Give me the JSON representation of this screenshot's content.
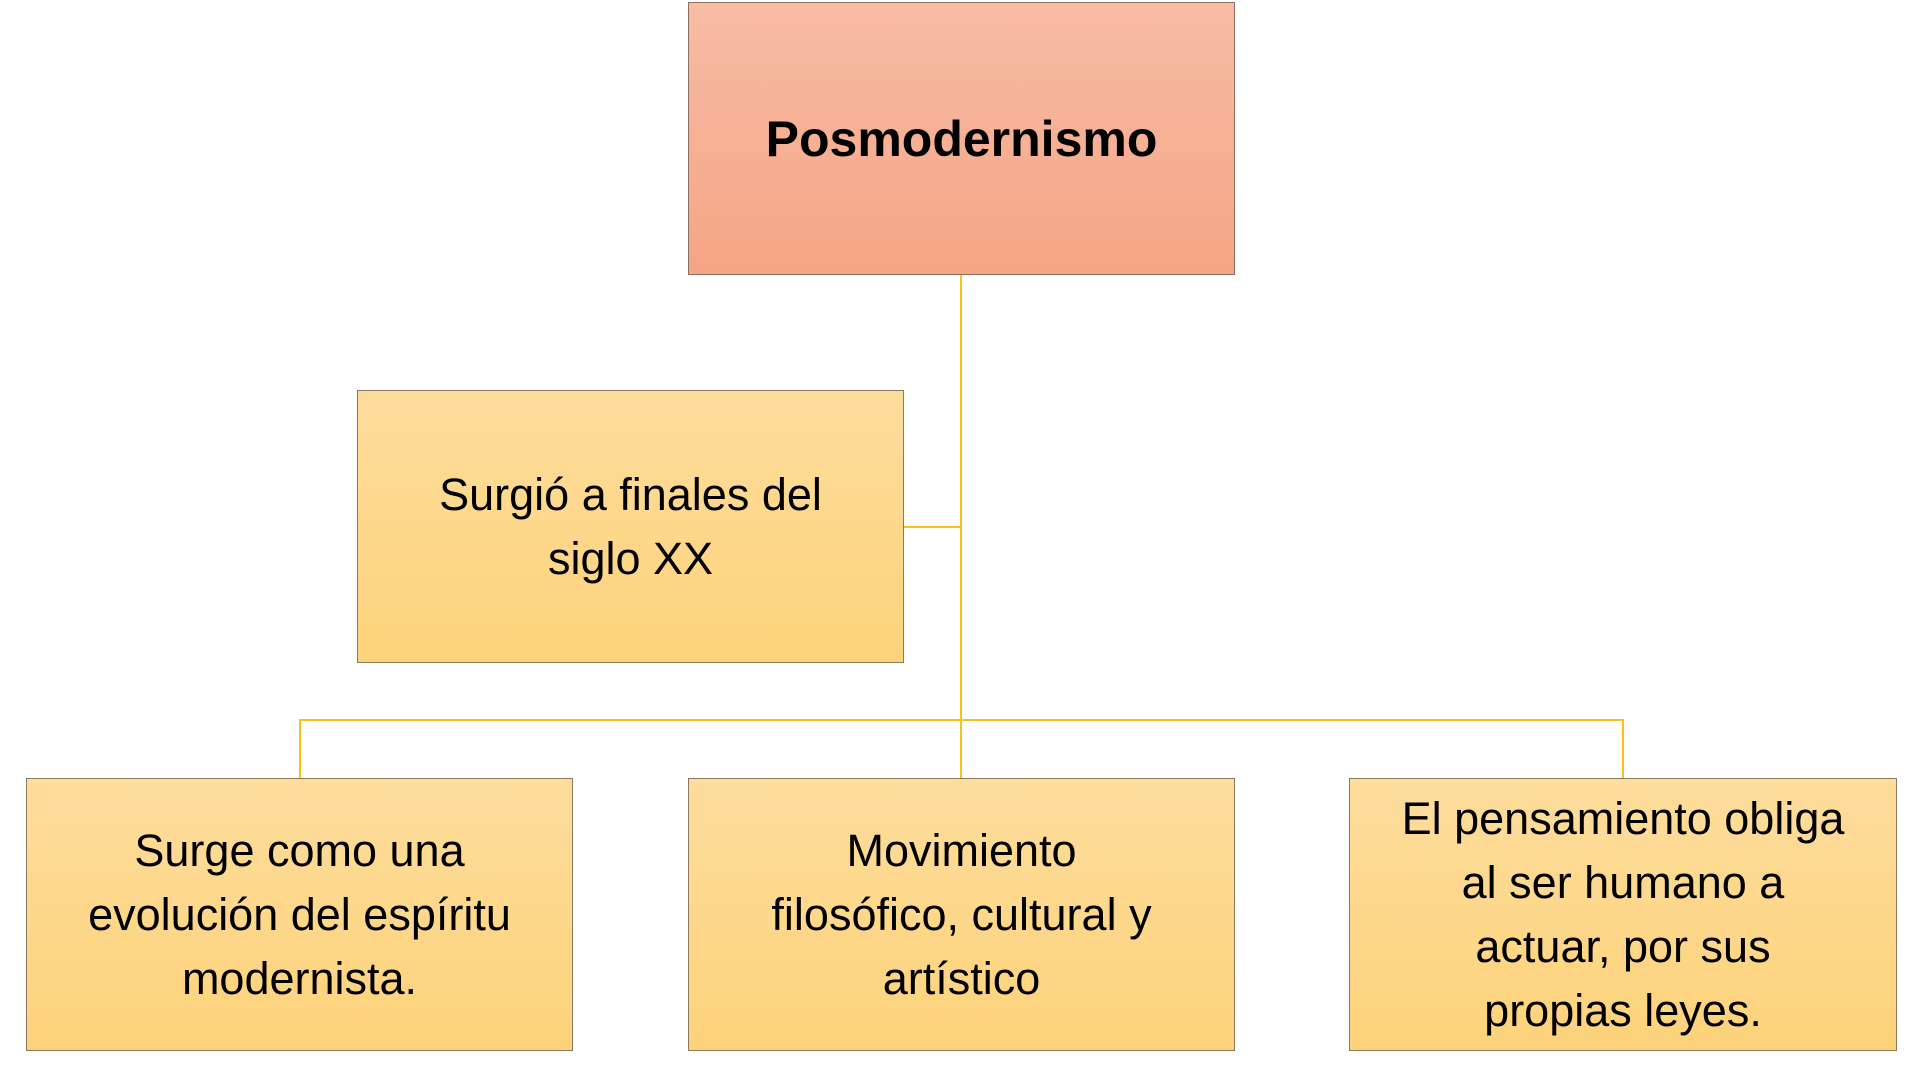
{
  "root": {
    "lines": [
      "Posmodernismo"
    ]
  },
  "side": {
    "lines": [
      "Surgió a finales del",
      "siglo XX"
    ]
  },
  "children": [
    {
      "lines": [
        "Surge como una",
        "evolución del espíritu",
        "modernista."
      ]
    },
    {
      "lines": [
        "Movimiento",
        "filosófico, cultural y",
        "artístico"
      ]
    },
    {
      "lines": [
        "El pensamiento obliga",
        "al ser humano a",
        "actuar, por sus",
        "propias leyes."
      ]
    }
  ],
  "colors": {
    "root": "#f5a585",
    "child": "#fdd27a",
    "connector": "#f7c21c"
  }
}
